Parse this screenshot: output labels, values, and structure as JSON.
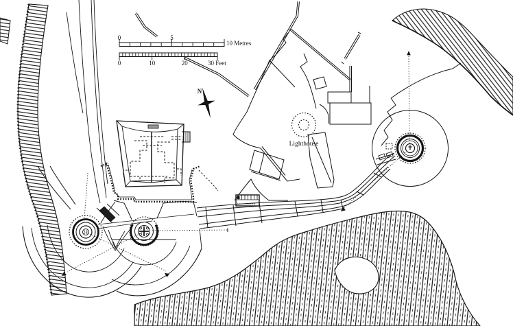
{
  "colors": {
    "paper": "#ffffff",
    "ink": "#151515"
  },
  "scale_bar": {
    "metres": {
      "l0": "0",
      "l5": "5",
      "lend": "10 Metres"
    },
    "feet": {
      "f0": "0",
      "f10": "10",
      "f20": "20",
      "fend": "30 Feet"
    }
  },
  "compass": {
    "north_label": "N"
  },
  "map_labels": {
    "lighthouse": "Lighthouse"
  }
}
